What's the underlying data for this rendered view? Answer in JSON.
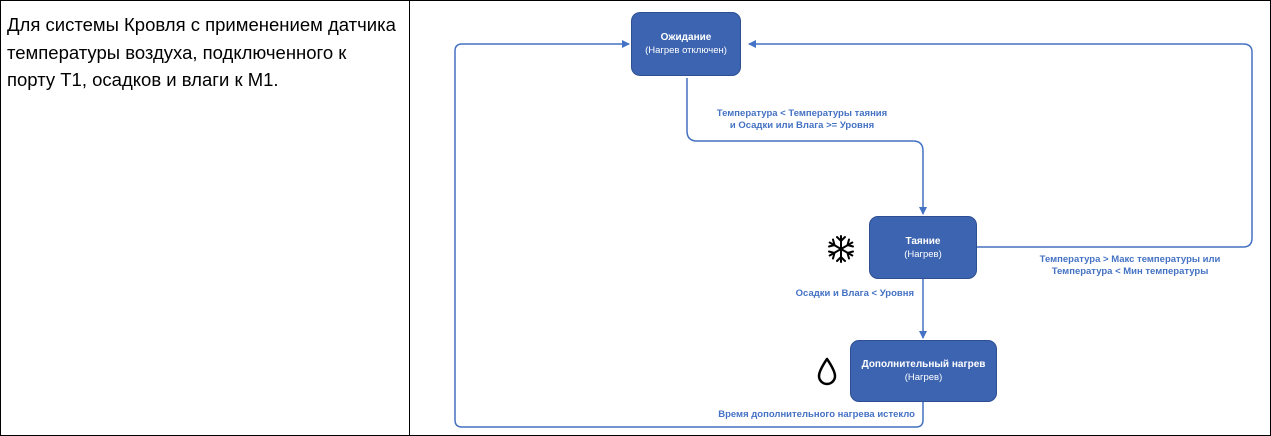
{
  "description": "Для системы Кровля с применением датчика температуры воздуха, подключенного к порту Т1, осадков и влаги к М1.",
  "states": {
    "waiting": {
      "name": "Ожидание",
      "sub": "(Нагрев отключен)"
    },
    "melting": {
      "name": "Таяние",
      "sub": "(Нагрев)"
    },
    "extra": {
      "name": "Дополнительный нагрев",
      "sub": "(Нагрев)"
    }
  },
  "transitions": {
    "wait_to_melt": {
      "line1": "Температура < Температуры таяния",
      "line2": "и Осадки или Влага >= Уровня"
    },
    "melt_to_wait": {
      "line1": "Температура > Макс температуры или",
      "line2": "Температура < Мин температуры"
    },
    "melt_to_extra": {
      "line1": "Осадки и Влага < Уровня"
    },
    "extra_to_wait": {
      "line1": "Время дополнительного нагрева истекло"
    }
  },
  "icons": {
    "melting": "snowflake-icon",
    "extra": "water-drop-icon"
  },
  "colors": {
    "state_fill": "#3c64b1",
    "connector": "#4472c4",
    "label": "#4472c4"
  }
}
